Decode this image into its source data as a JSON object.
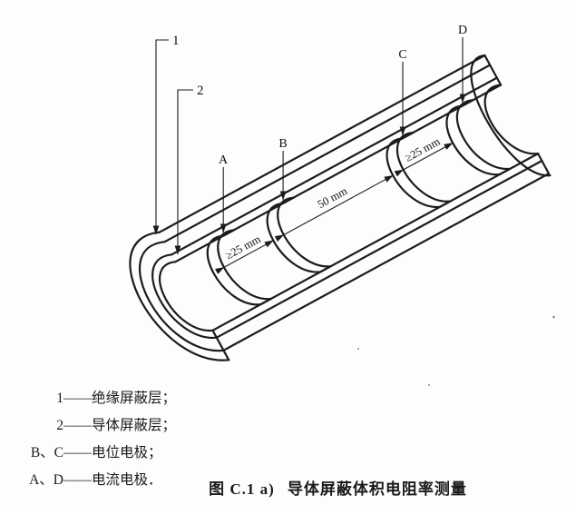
{
  "figure": {
    "caption_prefix": "图 C.1 a)",
    "caption_title": "导体屏蔽体积电阻率测量"
  },
  "labels": {
    "part1": "1",
    "part2": "2",
    "electrodeA": "A",
    "electrodeB": "B",
    "electrodeC": "C",
    "electrodeD": "D"
  },
  "dimensions": {
    "a_to_b": "≥25 mm",
    "b_to_c": "50 mm",
    "c_to_d": "≥25 mm"
  },
  "legend": {
    "items": [
      {
        "key": "1",
        "dash": "——",
        "desc": "绝缘屏蔽层；"
      },
      {
        "key": "2",
        "dash": "——",
        "desc": "导体屏蔽层；"
      },
      {
        "key": "B、C",
        "dash": "——",
        "desc": "电位电极；"
      },
      {
        "key": "A、D",
        "dash": "——",
        "desc": "电流电极．"
      }
    ]
  }
}
